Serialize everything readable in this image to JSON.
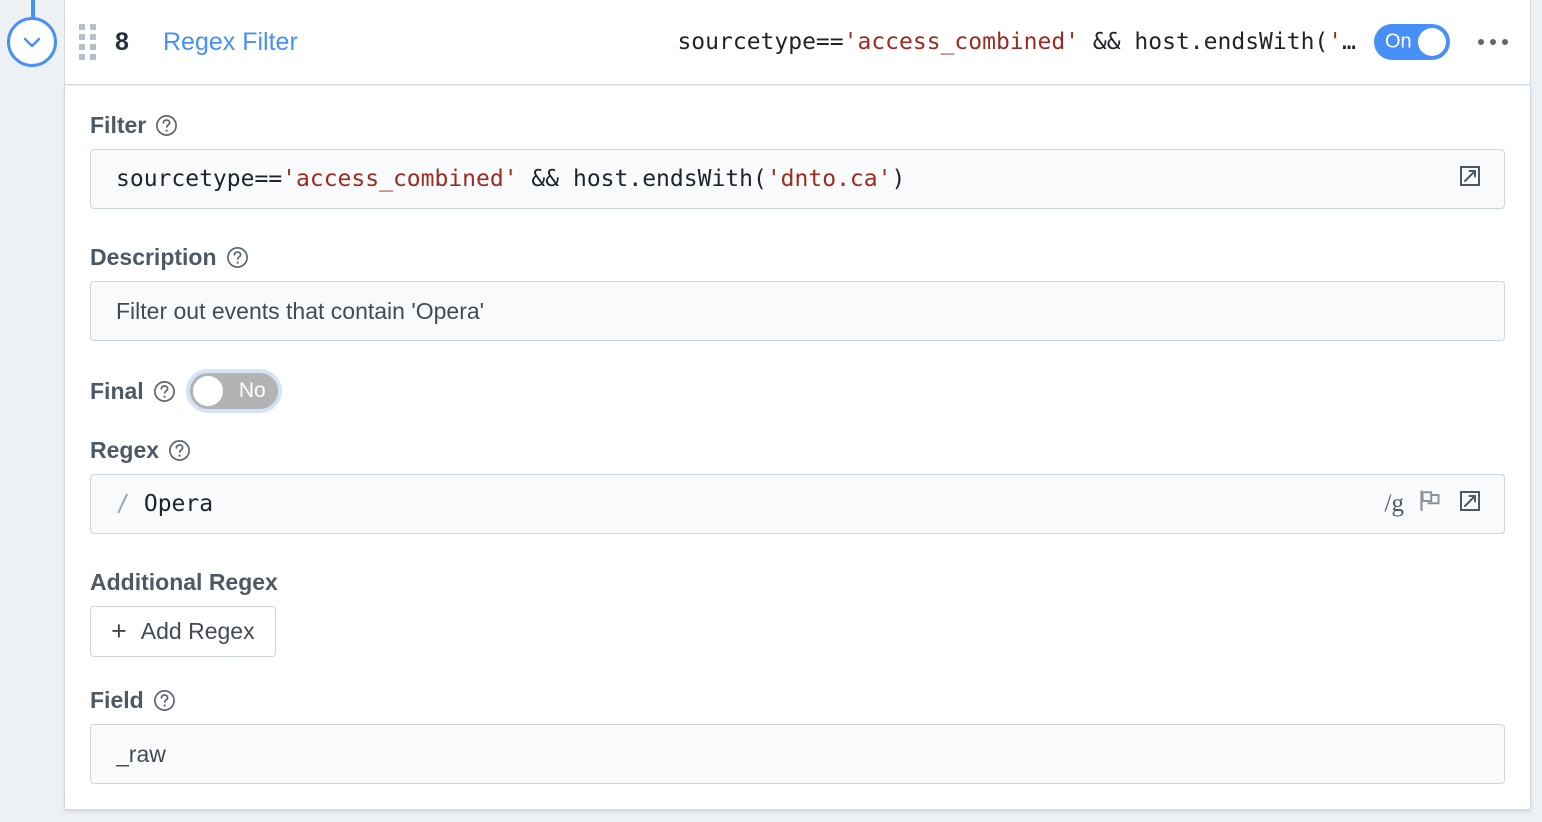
{
  "header": {
    "collapse_icon": "chevron-down-icon",
    "drag_handle_icon": "drag-handle-icon",
    "sequence_number": "8",
    "function_name": "Regex Filter",
    "expression_prefix": "sourcetype==",
    "expression_string": "'access_combined'",
    "expression_suffix": " && host.endsWith(",
    "expression_trailing_quote": "'",
    "expression_ellipsis": "…",
    "enable_toggle_label": "On",
    "more_menu_icon": "kebab-menu-icon"
  },
  "form": {
    "filter": {
      "label": "Filter",
      "help_icon": "help-circle-icon",
      "value_prefix": "sourcetype==",
      "value_string1": "'access_combined'",
      "value_mid": " && host.endsWith(",
      "value_string2": "'dnto.ca'",
      "value_suffix": ")",
      "expand_icon": "expand-icon"
    },
    "description": {
      "label": "Description",
      "help_icon": "help-circle-icon",
      "value": "Filter out events that contain 'Opera'"
    },
    "final": {
      "label": "Final",
      "help_icon": "help-circle-icon",
      "toggle_label": "No",
      "toggle_state": "off"
    },
    "regex": {
      "label": "Regex",
      "help_icon": "help-circle-icon",
      "slash_prefix": "/",
      "value": "Opera",
      "flags": "/g",
      "flag_icon": "flag-icon",
      "expand_icon": "expand-icon"
    },
    "additional_regex": {
      "label": "Additional Regex",
      "add_button_label": "Add Regex",
      "add_button_icon": "plus-icon"
    },
    "field": {
      "label": "Field",
      "help_icon": "help-circle-icon",
      "value": "_raw"
    }
  },
  "colors": {
    "accent_blue": "#4690f7",
    "string_red": "#9e2b22",
    "label_gray": "#4d5a66",
    "input_bg": "#f8fafc",
    "input_border": "#ccd6e0"
  }
}
